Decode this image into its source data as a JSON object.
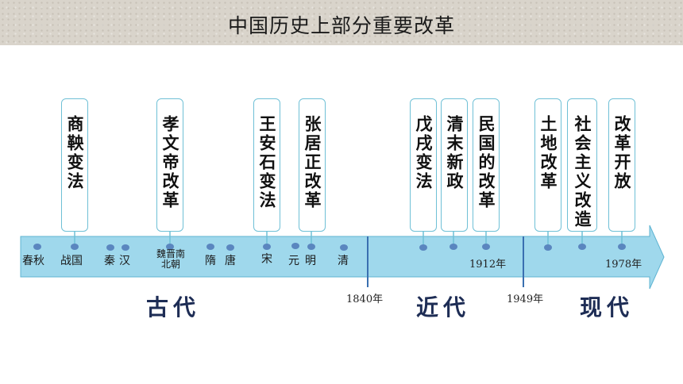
{
  "title": "中国历史上部分重要改革",
  "reforms": [
    {
      "text": "商鞅变法"
    },
    {
      "text": "孝文帝改革"
    },
    {
      "text": "王安石变法"
    },
    {
      "text": "张居正改革"
    },
    {
      "text": "戊戌变法"
    },
    {
      "text": "清末新政"
    },
    {
      "text": "民国的改革"
    },
    {
      "text": "土地改革"
    },
    {
      "text": "社会主义改造"
    },
    {
      "text": "改革开放"
    }
  ],
  "periods": [
    "春秋",
    "战国",
    "秦",
    "汉",
    "魏晋南北朝",
    "隋",
    "唐",
    "宋",
    "元",
    "明",
    "清"
  ],
  "years": [
    "1840年",
    "1912年",
    "1949年",
    "1978年"
  ],
  "eras": [
    "古代",
    "近代",
    "现代"
  ],
  "colors": {
    "arrow": "#9fd8ec",
    "arrow_stroke": "#5fb4d2",
    "dot": "#5a86bf",
    "divider": "#3a6fb0",
    "card_border": "#6fc0d6",
    "era": "#1e2d55"
  }
}
